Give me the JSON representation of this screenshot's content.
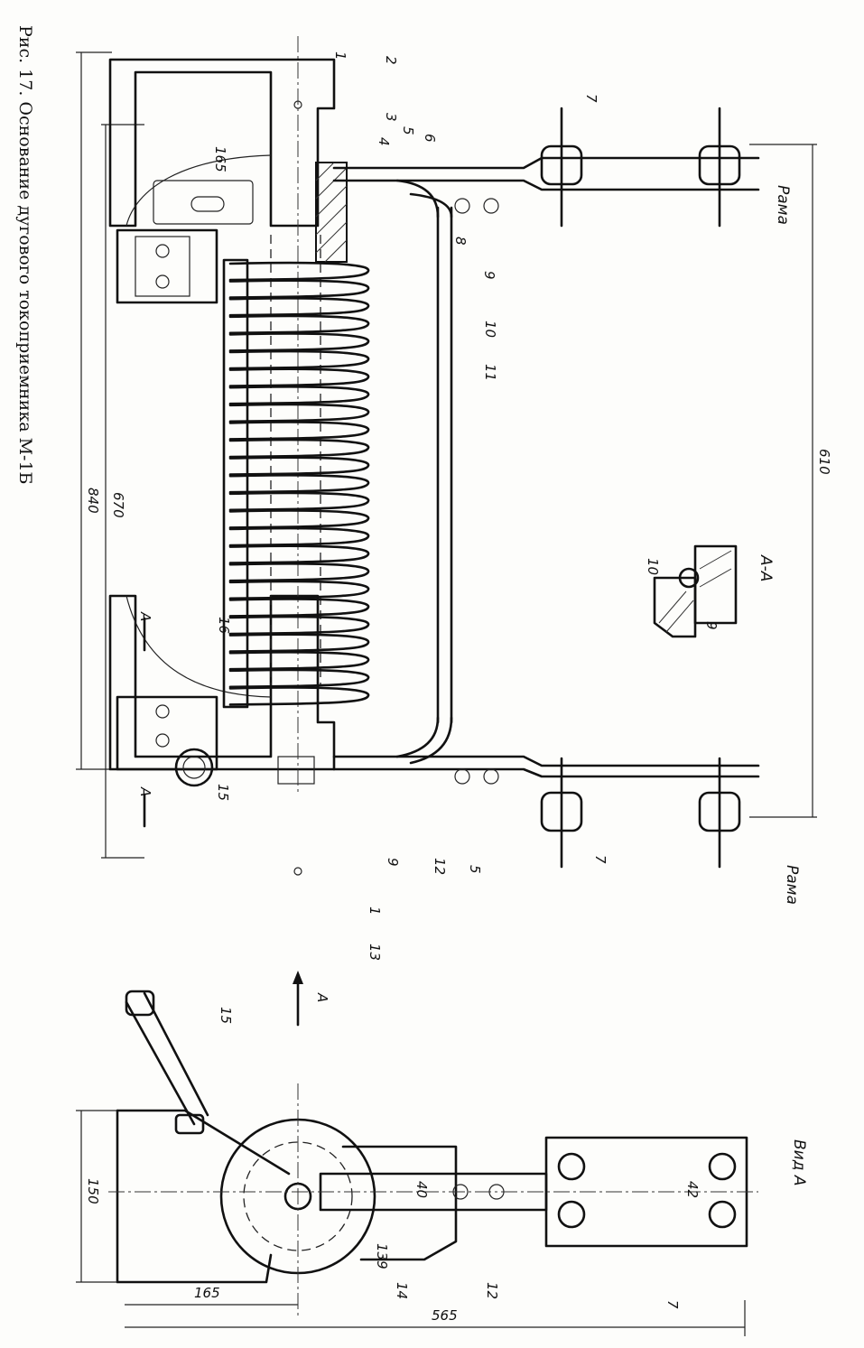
{
  "caption": "Рис. 17. Основание дугового токоприемника М-1Б",
  "callouts": {
    "c1": "1",
    "c2": "2",
    "c3": "3",
    "c4": "4",
    "c5": "5",
    "c6": "6",
    "c7": "7",
    "c8": "8",
    "c9": "9",
    "c10": "10",
    "c11": "11",
    "c12": "12",
    "c13": "13",
    "c14": "14",
    "c15": "15",
    "c16": "16"
  },
  "frame_label": "Рама",
  "section_label": "А-А",
  "section_mark": "А",
  "view_label": "Вид А",
  "dimensions": {
    "d840": "840",
    "d670": "670",
    "d610": "610",
    "d165": "165",
    "d150": "150",
    "d565": "565",
    "d139": "139",
    "d40": "40",
    "d42": "42"
  }
}
